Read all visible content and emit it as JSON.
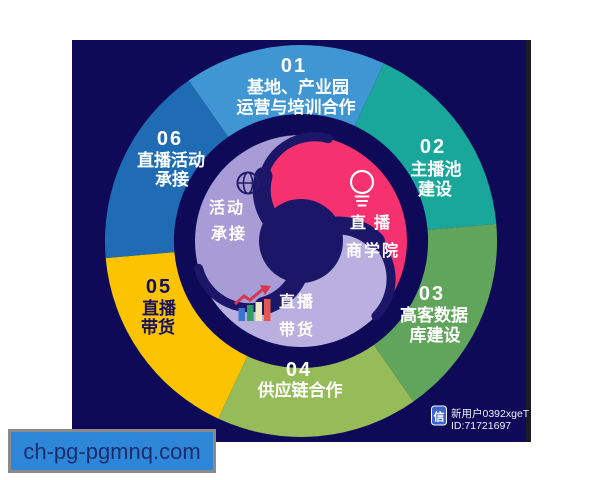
{
  "colors": {
    "page_bg": "#ffffff",
    "panel_bg": "#0f0a58",
    "panel_edge": "#1b1b28",
    "hub": "#1c1668"
  },
  "ring_segments": [
    {
      "number": "01",
      "lines": [
        "基地、产业园",
        "运营与培训合作"
      ],
      "color": "#3f96d2",
      "text_color": "#ffffff"
    },
    {
      "number": "02",
      "lines": [
        "主播池",
        "建设"
      ],
      "color": "#19a79b",
      "text_color": "#ffffff"
    },
    {
      "number": "03",
      "lines": [
        "高客数据",
        "库建设"
      ],
      "color": "#61a45c",
      "text_color": "#ffffff"
    },
    {
      "number": "04",
      "lines": [
        "供应链合作"
      ],
      "color": "#96bb59",
      "text_color": "#ffffff"
    },
    {
      "number": "05",
      "lines": [
        "直播",
        "带货"
      ],
      "color": "#fcc400",
      "text_color": "#16105c"
    },
    {
      "number": "06",
      "lines": [
        "直播活动",
        "承接"
      ],
      "color": "#1f6cb5",
      "text_color": "#ffffff"
    }
  ],
  "inner_blades": [
    {
      "lines": [
        "直播",
        "商学院"
      ],
      "icon": "lightbulb-icon",
      "color": "#f63170",
      "text_color": "#ffffff"
    },
    {
      "lines": [
        "活动",
        "承接"
      ],
      "icon": "globe-icon",
      "color": "#a79cd6",
      "text_color": "#ffffff"
    },
    {
      "lines": [
        "直播",
        "带货"
      ],
      "icon": "bar-chart-icon",
      "color": "#b9b0e0",
      "text_color": "#ffffff"
    }
  ],
  "watermark": {
    "badge_glyph": "信",
    "badge_color": "#3d63cc",
    "username": "新用户0392xgeT",
    "user_id": "ID:71721697"
  },
  "footer": {
    "link_text": "ch-pg-pgmnq.com",
    "box_color": "#2e86d9",
    "text_color": "#1b2d6e",
    "border_color": "#8a8a8a"
  }
}
